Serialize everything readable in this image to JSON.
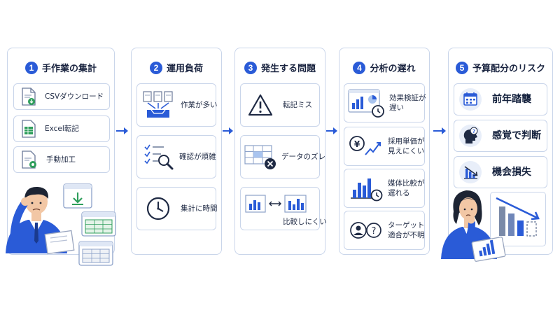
{
  "steps": [
    {
      "number": "1",
      "title": "手作業の集計",
      "items": [
        "CSVダウンロード",
        "Excel転記",
        "手動加工"
      ]
    },
    {
      "number": "2",
      "title": "運用負荷",
      "items": [
        "作業が多い",
        "確認が煩雑",
        "集計に時間"
      ]
    },
    {
      "number": "3",
      "title": "発生する問題",
      "items": [
        "転記ミス",
        "データのズレ",
        "比較しにくい"
      ]
    },
    {
      "number": "4",
      "title": "分析の遅れ",
      "items": [
        "効果検証が\n遅い",
        "採用単価が\n見えにくい",
        "媒体比較が\n遅れる",
        "ターゲット\n適合が不明"
      ]
    },
    {
      "number": "5",
      "title": "予算配分のリスク",
      "items": [
        "前年踏襲",
        "感覚で判断",
        "機会損失"
      ]
    }
  ],
  "colors": {
    "accent": "#2a5bd7",
    "border": "#c9d5ea",
    "green": "#2e9e5b",
    "icon_bg": "#e8eef9"
  },
  "icons": {
    "p1": [
      "csv-file-icon",
      "excel-sheet-icon",
      "file-gear-icon"
    ],
    "p2": [
      "document-stack-icon",
      "checklist-magnifier-icon",
      "clock-icon"
    ],
    "p3": [
      "warning-icon",
      "spreadsheet-error-icon",
      "compare-charts-icon"
    ],
    "p4": [
      "dashboard-clock-icon",
      "yen-trend-icon",
      "bar-chart-clock-icon",
      "user-question-icon"
    ],
    "p5": [
      "calendar-icon",
      "head-thought-icon",
      "declining-chart-icon"
    ]
  }
}
